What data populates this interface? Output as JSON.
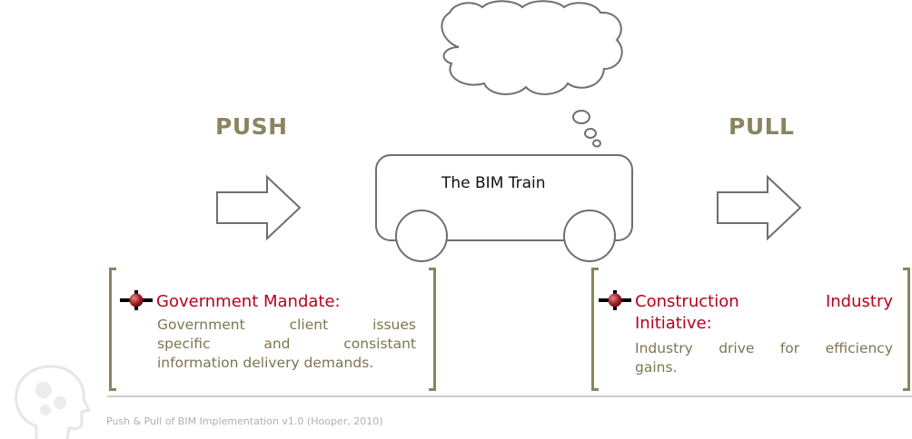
{
  "push": {
    "label": "PUSH"
  },
  "pull": {
    "label": "PULL"
  },
  "train": {
    "label": "The BIM Train"
  },
  "government": {
    "title": "Government Mandate:",
    "lines": [
      "Government client issues",
      "specific and consistant",
      "information delivery demands."
    ]
  },
  "industry": {
    "title_line1": "Construction Industry",
    "title_line2": "Initiative:",
    "body_line1": "Industry drive for efficiency",
    "body_line2": "gains."
  },
  "footer": {
    "text": "Push & Pull of BIM Implementation v1.0 (Hooper, 2010)"
  },
  "colors": {
    "accent": "#8a8561",
    "title_red": "#b8001e",
    "body_text": "#7e7650"
  },
  "icons": [
    "thought-cloud-icon",
    "arrow-right-icon",
    "bullet-pin-icon",
    "head-gears-icon"
  ]
}
